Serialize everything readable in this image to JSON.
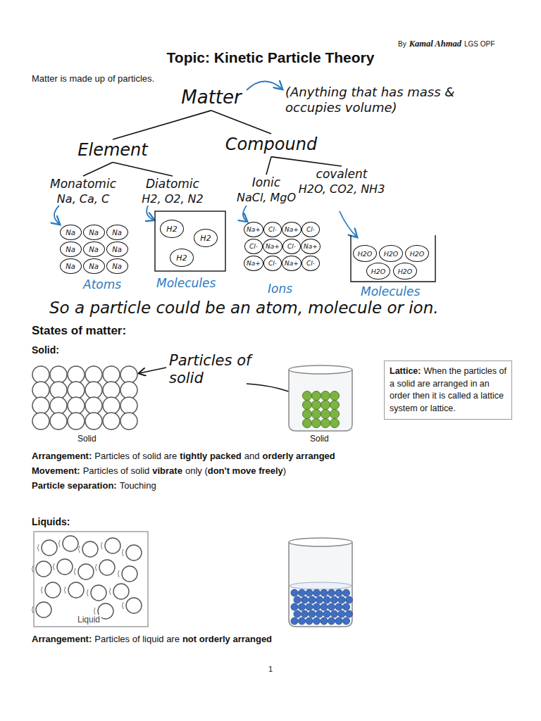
{
  "diagram": {
    "title": "Topic: Kinetic Particle Theory",
    "nodes": [
      {
        "text": [
          "Matter"
        ]
      },
      {
        "text": [
          "Element"
        ]
      },
      {
        "text": [
          "Compound"
        ]
      },
      {
        "text": [
          "Monatomic",
          "Na, Ca, C"
        ]
      },
      {
        "text": [
          "Diatomic",
          "H2, O2, N2"
        ]
      },
      {
        "text": [
          "Ionic",
          "NaCl, MgO"
        ]
      },
      {
        "text": [
          "covalent",
          "H2O, CO2, NH3"
        ]
      },
      {
        "text": [
          "Na"
        ]
      },
      {
        "text": [
          "Na"
        ]
      },
      {
        "text": [
          "Na"
        ]
      },
      {
        "text": [
          "Na"
        ]
      },
      {
        "text": [
          "Na"
        ]
      },
      {
        "text": [
          "Na"
        ]
      },
      {
        "text": [
          "Na"
        ]
      },
      {
        "text": [
          "Na"
        ]
      },
      {
        "text": [
          "Na"
        ]
      },
      {
        "text": [
          "H2"
        ]
      },
      {
        "text": [
          "H2"
        ]
      },
      {
        "text": [
          "H2"
        ]
      },
      {
        "text": [
          "Na+"
        ]
      },
      {
        "text": [
          "Cl-"
        ]
      },
      {
        "text": [
          "Na+"
        ]
      },
      {
        "text": [
          "Cl-"
        ]
      },
      {
        "text": [
          "Cl-"
        ]
      },
      {
        "text": [
          "Na+"
        ]
      },
      {
        "text": [
          "Cl-"
        ]
      },
      {
        "text": [
          "Na+"
        ]
      },
      {
        "text": [
          "Na+"
        ]
      },
      {
        "text": [
          "Cl-"
        ]
      },
      {
        "text": [
          "Na+"
        ]
      },
      {
        "text": [
          "Cl-"
        ]
      },
      {
        "text": [
          "H2O"
        ]
      },
      {
        "text": [
          "H2O"
        ]
      },
      {
        "text": [
          "H2O"
        ]
      },
      {
        "text": [
          "H2O"
        ]
      },
      {
        "text": [
          "H2O"
        ]
      },
      {
        "text": [
          "Lattice:",
          "When the particles of a solid are arranged in an order then it is called a lattice system or lattice."
        ]
      }
    ],
    "edges": [
      {
        "from": 0,
        "to": 1,
        "arrow": "none"
      },
      {
        "from": 0,
        "to": 2,
        "arrow": "none"
      },
      {
        "from": 1,
        "to": 3,
        "arrow": "none"
      },
      {
        "from": 1,
        "to": 4,
        "arrow": "none"
      },
      {
        "from": 2,
        "to": 5,
        "arrow": "none"
      },
      {
        "from": 2,
        "to": 6,
        "arrow": "none"
      }
    ],
    "labels": [
      "By",
      "Kamal Ahmad",
      "LGS OPF",
      "Matter is made up of particles.",
      "(Anything that has mass & occupies volume)",
      "Atoms",
      "Molecules",
      "Ions",
      "Molecules",
      "So a particle could be an atom, molecule or ion.",
      "States of matter:",
      "Solid:",
      "Particles of solid",
      "Solid",
      "Solid",
      "Arrangement:",
      "Particles of solid are",
      "tightly packed",
      "and",
      "orderly arranged",
      "Movement:",
      "Particles of solid",
      "vibrate",
      "only (",
      "don't move freely",
      ")",
      "Particle separation:",
      "Touching",
      "Liquids:",
      "Liquid",
      "Arrangement:",
      "Particles of liquid are",
      "not orderly arranged",
      "1"
    ]
  }
}
